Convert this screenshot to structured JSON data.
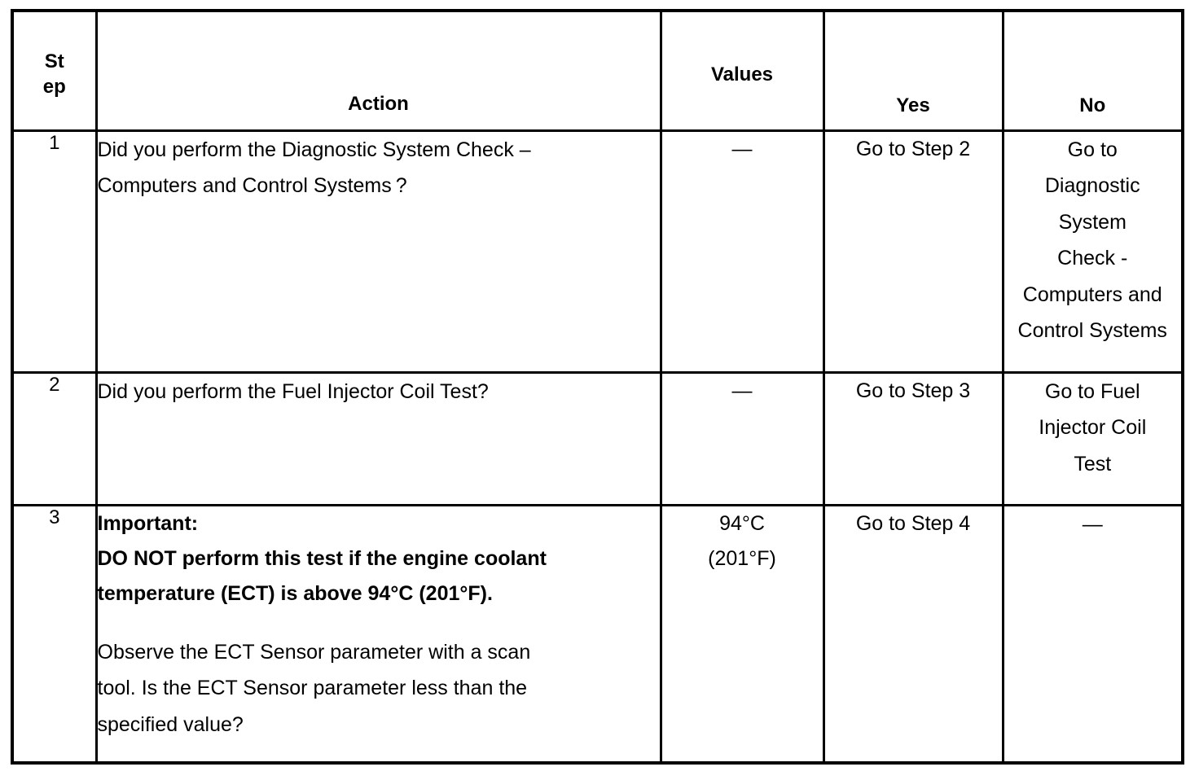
{
  "table": {
    "headers": {
      "step": "St\nep",
      "step_line1": "St",
      "step_line2": "ep",
      "action": "Action",
      "values": "Values",
      "yes": "Yes",
      "no": "No"
    },
    "rows": [
      {
        "step": "1",
        "action_lines": [
          "Did you perform the Diagnostic System Check –",
          "Computers and Control Systems ?"
        ],
        "values": "—",
        "yes": "Go to Step 2",
        "no_lines": [
          "Go to",
          "Diagnostic",
          "System",
          "Check -",
          "Computers and",
          "Control Systems"
        ]
      },
      {
        "step": "2",
        "action_lines": [
          "Did you perform the Fuel Injector Coil Test?"
        ],
        "values": "—",
        "yes": "Go to Step 3",
        "no_lines": [
          "Go to Fuel",
          "Injector Coil",
          "Test"
        ]
      },
      {
        "step": "3",
        "important_label": "Important:",
        "important_lines": [
          "DO NOT perform this test if the engine coolant",
          "temperature (ECT) is above 94°C (201°F)."
        ],
        "action_lines": [
          " Observe the ECT Sensor parameter with a scan",
          "tool. Is the ECT Sensor parameter less than the",
          "specified value?"
        ],
        "values_lines": [
          "94°C",
          "(201°F)"
        ],
        "yes": "Go to Step 4",
        "no": "—"
      }
    ]
  },
  "colors": {
    "border": "#000000",
    "text": "#000000",
    "background": "#ffffff"
  }
}
